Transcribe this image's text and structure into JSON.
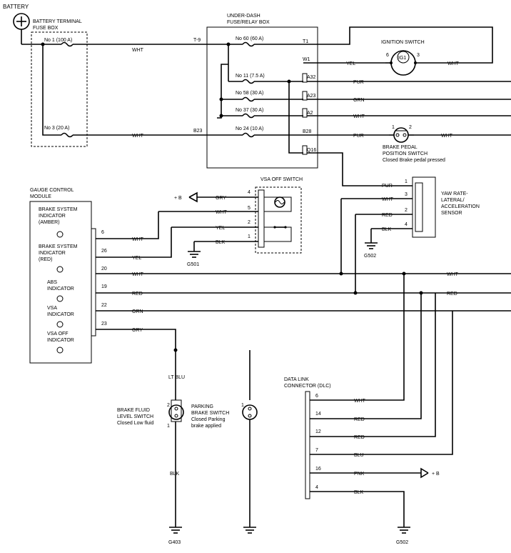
{
  "labels": {
    "battery": "BATTERY",
    "batt_fuse_box": [
      "BATTERY TERMINAL",
      "FUSE BOX"
    ],
    "fuse_no1": "No  1 (100 A)",
    "fuse_no3": "No  3 (20 A)",
    "underdash": [
      "UNDER-DASH",
      "FUSE/RELAY BOX"
    ],
    "fuse_no60": "No  60 (60 A)",
    "fuse_no11": "No  11 (7.5 A)",
    "fuse_no58": "No  58 (30 A)",
    "fuse_no37": "No  37 (30 A)",
    "fuse_no24": "No  24 (10 A)",
    "ignition_switch": "IGNITION SWITCH",
    "ig1": "IG1",
    "brake_pedal_switch": [
      "BRAKE PEDAL",
      "POSITION SWITCH",
      "Closed  Brake pedal pressed"
    ],
    "vsa_off_switch": "VSA OFF SWITCH",
    "gauge_module": [
      "GAUGE CONTROL",
      "MODULE"
    ],
    "brake_amber": [
      "BRAKE SYSTEM",
      "INDICATOR",
      "(AMBER)"
    ],
    "brake_red": [
      "BRAKE SYSTEM",
      "INDICATOR",
      "(RED)"
    ],
    "abs_ind": [
      "ABS",
      "INDICATOR"
    ],
    "vsa_ind": [
      "VSA",
      "INDICATOR"
    ],
    "vsa_off_ind": [
      "VSA OFF",
      "INDICATOR"
    ],
    "yaw_sensor": [
      "YAW RATE-",
      "LATERAL/",
      "ACCELERATION",
      "SENSOR"
    ],
    "dlc": [
      "DATA LINK",
      "CONNECTOR (DLC)"
    ],
    "brake_fluid": [
      "BRAKE FLUID",
      "LEVEL SWITCH",
      "Closed  Low fluid"
    ],
    "parking_brake": [
      "PARKING",
      "BRAKE SWITCH",
      "Closed  Parking",
      "brake applied"
    ],
    "plus_b": "+ B",
    "g501": "G501",
    "g502": "G502",
    "g403": "G403"
  },
  "connectors": {
    "t9": "T-9",
    "t1": "T1",
    "w1": "W1",
    "a32": "A32",
    "a23": "A23",
    "a2": "A2",
    "b23": "B23",
    "b28": "B28",
    "q16": "Q16"
  },
  "wires": {
    "wht": "WHT",
    "yel": "YEL",
    "pur": "PUR",
    "grn": "GRN",
    "gry": "GRY",
    "blk": "BLK",
    "red": "RED",
    "orn": "ORN",
    "ltblu": "LT BLU",
    "blu": "BLU",
    "pnk": "PNK"
  },
  "pins": {
    "p1": "1",
    "p2": "2",
    "p3": "3",
    "p4": "4",
    "p5": "5",
    "p6": "6",
    "p7": "7",
    "p12": "12",
    "p14": "14",
    "p16": "16",
    "p19": "19",
    "p20": "20",
    "p22": "22",
    "p23": "23",
    "p26": "26"
  }
}
